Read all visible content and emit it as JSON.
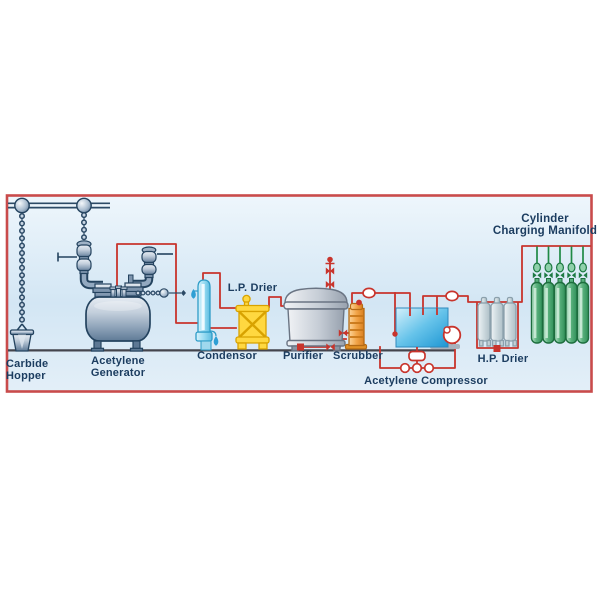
{
  "diagram_type": "acetylene-plant-process-flow",
  "labels": {
    "carbide_1": "Carbide",
    "carbide_2": "Hopper",
    "generator_1": "Acetylene",
    "generator_2": "Generator",
    "condensor": "Condensor",
    "lp_drier": "L.P. Drier",
    "purifier": "Purifier",
    "scrubber": "Scrubber",
    "compressor": "Acetylene Compressor",
    "hp_drier": "H.P. Drier",
    "manifold_1": "Cylinder",
    "manifold_2": "Charging Manifold"
  },
  "flow_order": [
    "Carbide Hopper",
    "Acetylene Generator",
    "Condensor",
    "L.P. Drier",
    "Purifier",
    "Scrubber",
    "Acetylene Compressor",
    "H.P. Drier",
    "Cylinder Charging Manifold"
  ],
  "counts": {
    "gas_cylinders": 5,
    "hp_drier_tubes": 3,
    "hoist_trolleys": 2
  },
  "colors": {
    "pipe_red": "#c8342c",
    "panel_border_red": "#c94b4b",
    "label_navy": "#1c3d60",
    "steel_blue": "#8ba0b7",
    "condensor_cyan": "#7fd0ee",
    "drier_yellow": "#ffd840",
    "purifier_gray": "#c6cdd6",
    "scrubber_orange": "#f2a54a",
    "compressor_blue": "#57bce8",
    "cylinder_green": "#58b07c",
    "background_blue": "#d3e6f4"
  }
}
